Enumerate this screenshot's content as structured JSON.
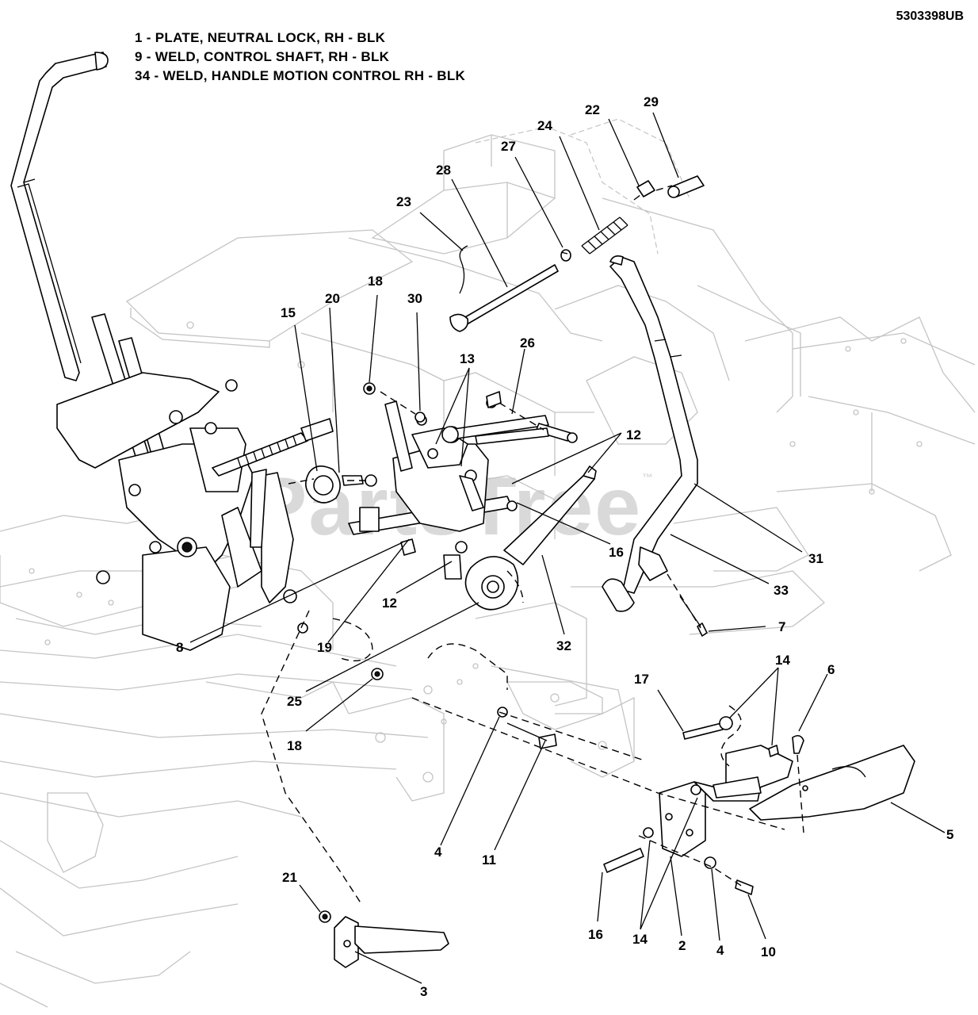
{
  "document_code": "5303398UB",
  "legend": [
    "1 - PLATE, NEUTRAL LOCK, RH - BLK",
    "9 - WELD, CONTROL SHAFT, RH - BLK",
    "34 - WELD, HANDLE MOTION CONTROL RH - BLK"
  ],
  "watermark": {
    "text": "PartsTree",
    "mark": "™"
  },
  "callouts": [
    "29",
    "22",
    "24",
    "27",
    "28",
    "23",
    "18",
    "20",
    "30",
    "15",
    "13",
    "26",
    "12",
    "16",
    "31",
    "33",
    "7",
    "12",
    "8",
    "19",
    "32",
    "25",
    "18",
    "14",
    "6",
    "17",
    "5",
    "4",
    "11",
    "21",
    "16",
    "14",
    "2",
    "4",
    "10",
    "3"
  ]
}
